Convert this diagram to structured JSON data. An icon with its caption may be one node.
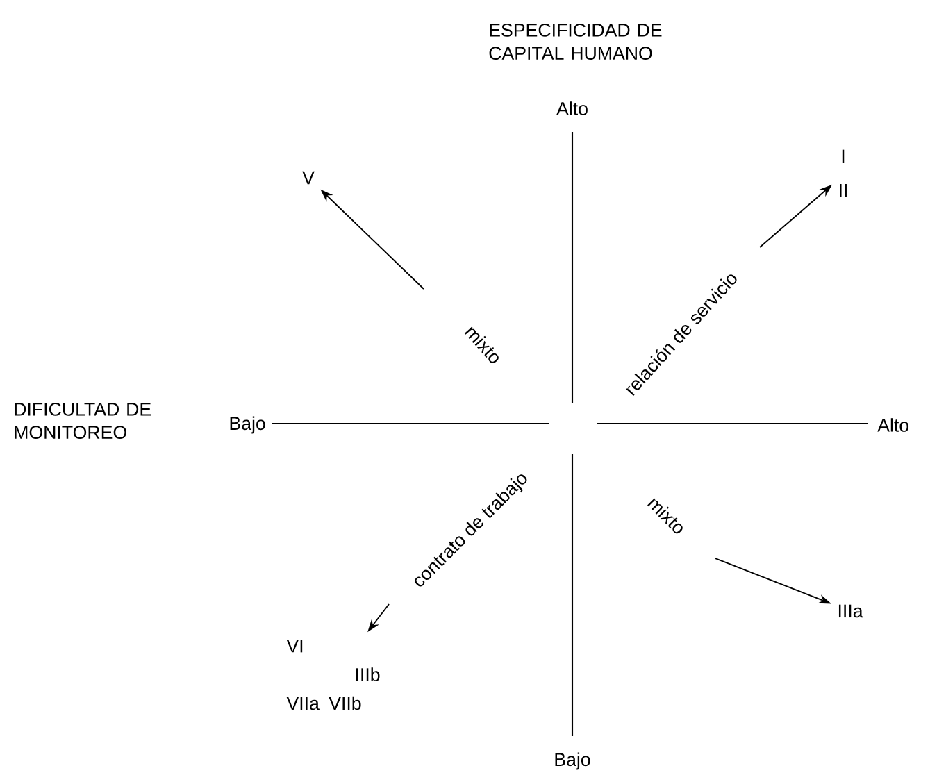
{
  "diagram": {
    "nodes": [
      {
        "text": [
          "V"
        ]
      },
      {
        "text": [
          "I",
          "II"
        ]
      },
      {
        "text": [
          "IIIa"
        ]
      },
      {
        "text": [
          "VI",
          "IIIb",
          "VIIa",
          "VIIb"
        ]
      }
    ],
    "edges": [
      {
        "from": null,
        "to": 0,
        "arrow": "to",
        "label": "mixto"
      },
      {
        "from": null,
        "to": 1,
        "arrow": "to",
        "label": "relación de servicio"
      },
      {
        "from": null,
        "to": 2,
        "arrow": "to",
        "label": "mixto"
      },
      {
        "from": null,
        "to": 3,
        "arrow": "to",
        "label": "contrato de trabajo"
      }
    ],
    "labels": [
      "ESPECIFICIDAD DE CAPITAL HUMANO",
      "Alto",
      "DIFICULTAD DE MONITOREO",
      "Bajo",
      "Alto",
      "Bajo"
    ]
  }
}
